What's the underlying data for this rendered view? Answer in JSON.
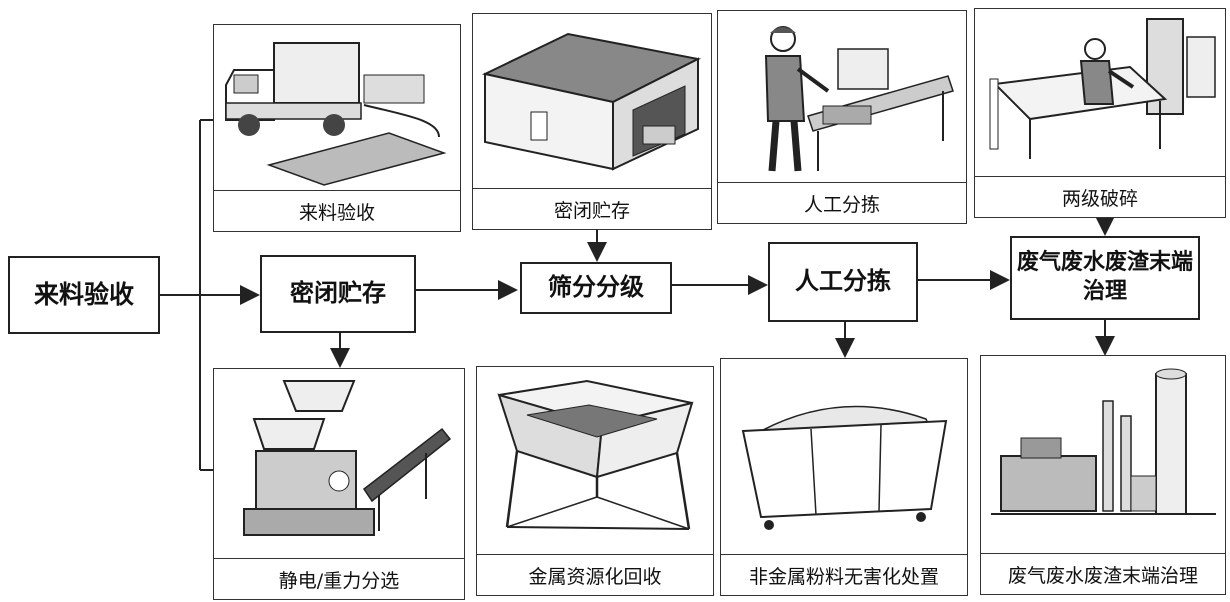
{
  "start_box": "来料验收",
  "flow_steps": [
    {
      "id": "storage",
      "label": "密闭贮存"
    },
    {
      "id": "screen",
      "label": "筛分分级"
    },
    {
      "id": "sort",
      "label": "人工分拣"
    },
    {
      "id": "treat",
      "label": "废气废水废渣末端治理"
    }
  ],
  "top_cards": [
    {
      "label": "来料验收",
      "icon": "truck-with-circuit-boards-icon"
    },
    {
      "label": "密闭贮存",
      "icon": "warehouse-icon"
    },
    {
      "label": "人工分拣",
      "icon": "worker-sorting-table-icon"
    },
    {
      "label": "两级破碎",
      "icon": "worker-crusher-machine-icon"
    }
  ],
  "bottom_cards": [
    {
      "label": "静电/重力分选",
      "icon": "electrostatic-separator-conveyor-icon"
    },
    {
      "label": "金属资源化回收",
      "icon": "metal-hopper-icon"
    },
    {
      "label": "非金属粉料无害化处置",
      "icon": "powder-bin-cart-icon"
    },
    {
      "label": "废气废水废渣末端治理",
      "icon": "treatment-plant-silo-icon"
    }
  ]
}
